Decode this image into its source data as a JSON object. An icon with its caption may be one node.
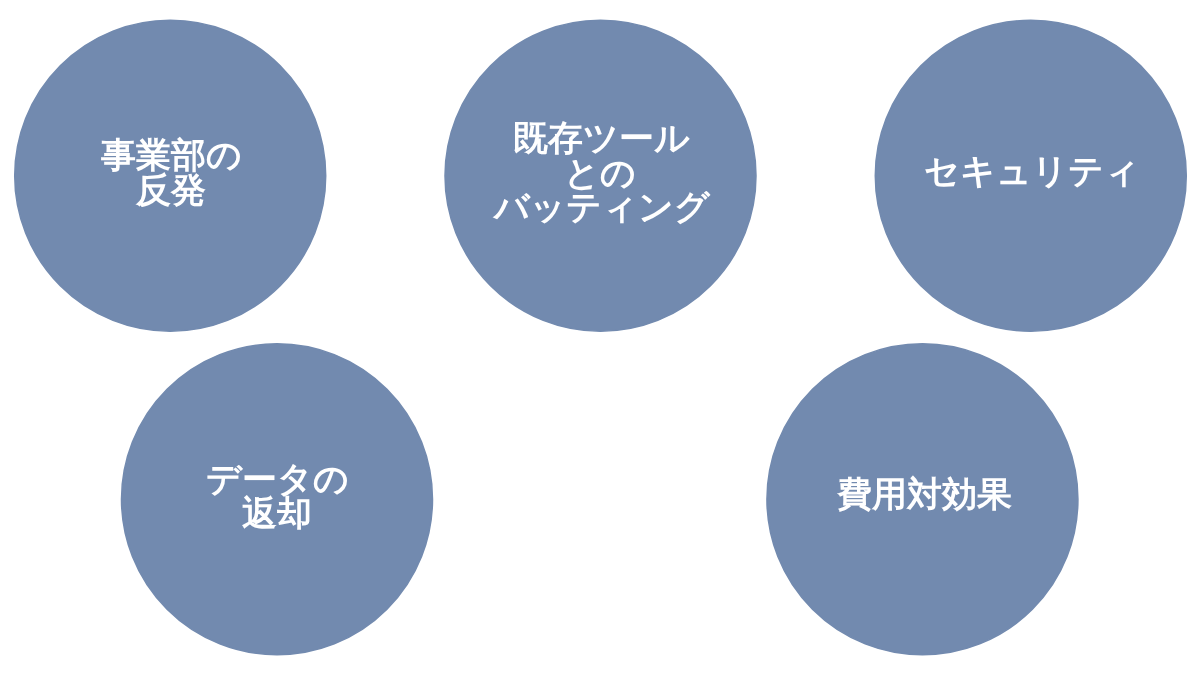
{
  "diagram": {
    "nodes": [
      {
        "text": [
          "事業部の反発"
        ]
      },
      {
        "text": [
          "既存ツールとのバッティング"
        ]
      },
      {
        "text": [
          "セキュリティ"
        ]
      },
      {
        "text": [
          "データの返却"
        ]
      },
      {
        "text": [
          "費用対効果"
        ]
      }
    ]
  }
}
